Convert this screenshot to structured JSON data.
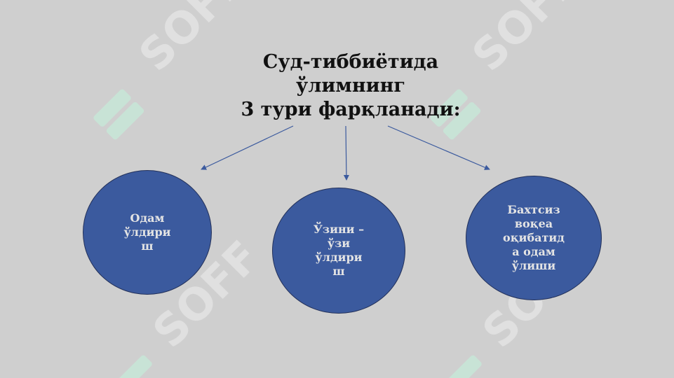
{
  "diagram": {
    "title_lines": [
      "Суд-тиббиётида",
      "ўлимнинг",
      "3 тури фарқланади:"
    ],
    "nodes": [
      {
        "label": "Одам\nўлдири\nш"
      },
      {
        "label": "Ўзини –\nўзи\nўлдири\nш"
      },
      {
        "label": "Бахтсиз\nвоқеа\nоқибатид\nа одам\nўлиши"
      }
    ],
    "watermark_text": "SOFF",
    "colors": {
      "background": "#cfcfcf",
      "node_fill": "#3b5a9e",
      "node_text": "#e4e4e4",
      "arrow": "#3b5a9e",
      "watermark": "#bfe8d4"
    }
  }
}
